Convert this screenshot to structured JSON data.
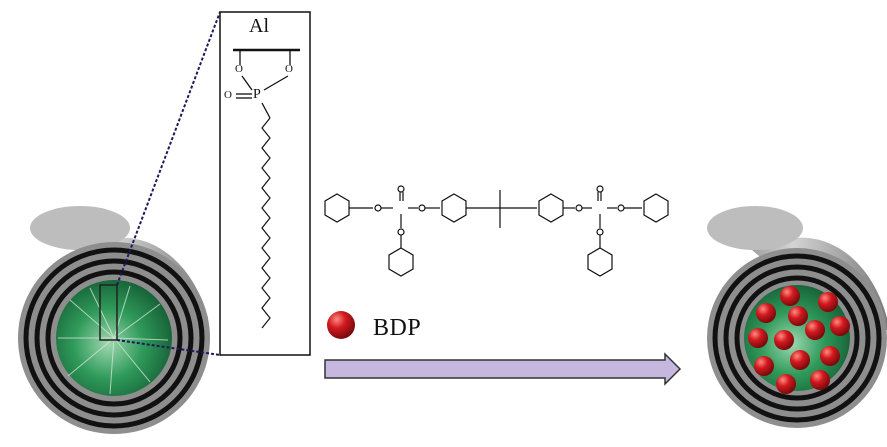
{
  "inset": {
    "surface_label": "Al",
    "oxygen_label": "O",
    "phosphorus_label": "P"
  },
  "legend": {
    "particle_label": "BDP"
  },
  "colors": {
    "tube_outer": "#9a9a9a",
    "tube_rings": "#111111",
    "core_green": "#1f8f4a",
    "particle_red": "#c4161c",
    "arrow_fill": "#c6b7df",
    "arrow_stroke": "#333333"
  }
}
